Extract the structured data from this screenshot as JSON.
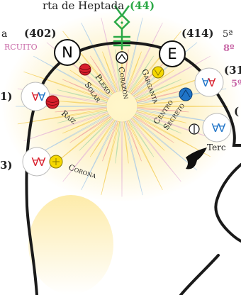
{
  "title_fragment": "rta de Heptada",
  "title_number": "(44)",
  "num_402": "(402)",
  "num_414": "(414)",
  "num_31": "(31",
  "num_left1": "1)",
  "num_left3": "3)",
  "num_right_partial": "(",
  "left_partial_a": "a",
  "left_circuito": "RCUITO",
  "right_5a": "5ª",
  "right_8o": "8º",
  "right_5": "5º",
  "tercer_partial": "Terc",
  "letter_n": "N",
  "letter_e": "E",
  "plexo": "Plexo",
  "solar": "Solar",
  "corazon": "Corazón",
  "garganta": "Garganta",
  "centro": "Centro",
  "secreto": "Secreto",
  "raiz": "Raíz",
  "corona": "Corona",
  "colors": {
    "red": "#d81e2b",
    "yellow": "#f5d800",
    "blue": "#1f74c8",
    "green": "#2aa845",
    "pink": "#c96aa8",
    "dark": "#222222"
  },
  "icons": [
    "red-chakra-icon",
    "yellow-chakra-icon",
    "blue-chakra-icon",
    "double-v-glyph",
    "bird-icon",
    "heptad-figure-icon"
  ]
}
